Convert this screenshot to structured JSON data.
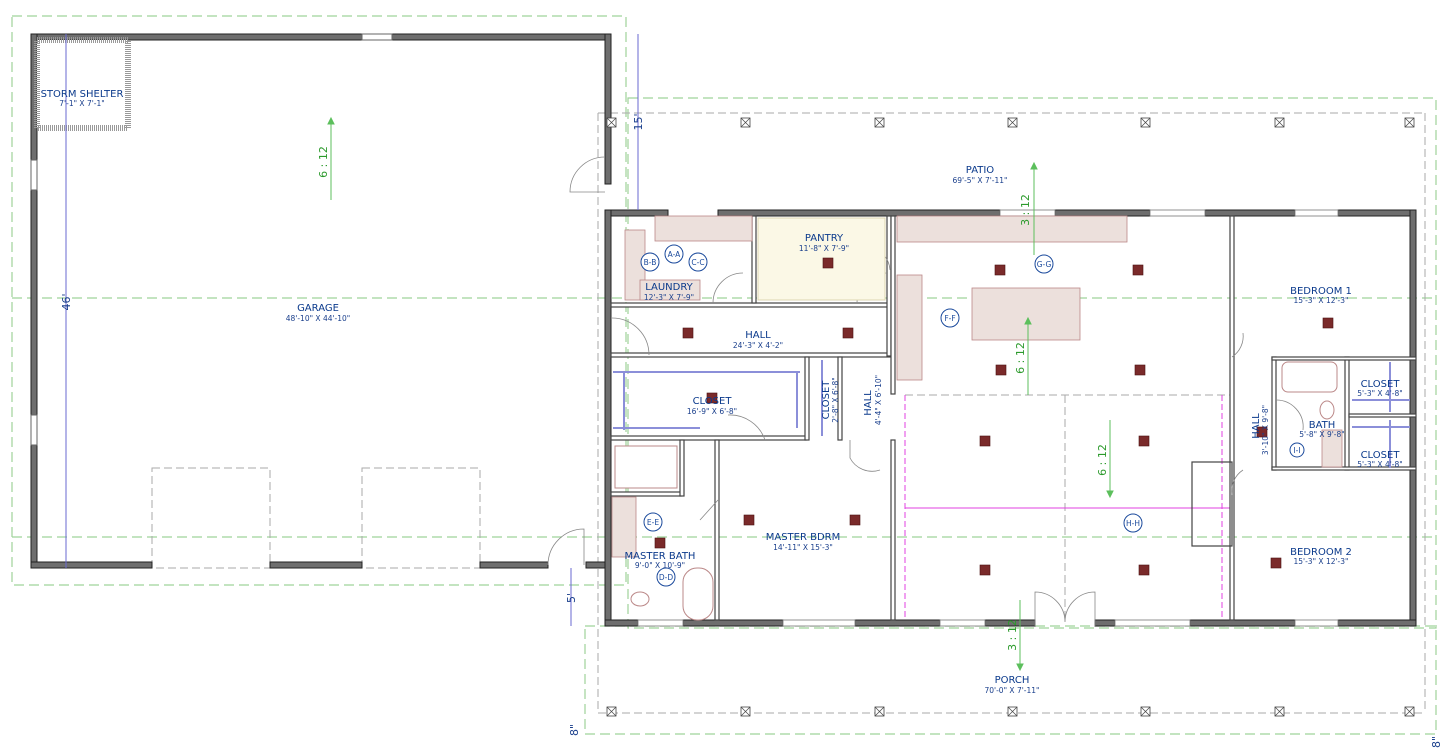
{
  "rooms": {
    "storm_shelter": {
      "name": "STORM SHELTER",
      "dims": "7'-1\" X 7'-1\""
    },
    "garage": {
      "name": "GARAGE",
      "dims": "48'-10\" X 44'-10\""
    },
    "patio": {
      "name": "PATIO",
      "dims": "69'-5\" X 7'-11\""
    },
    "pantry": {
      "name": "PANTRY",
      "dims": "11'-8\" X 7'-9\""
    },
    "laundry": {
      "name": "LAUNDRY",
      "dims": "12'-3\" X 7'-9\""
    },
    "hall_main": {
      "name": "HALL",
      "dims": "24'-3\" X 4'-2\""
    },
    "closet_large": {
      "name": "CLOSET",
      "dims": "16'-9\" X 6'-8\""
    },
    "closet_small": {
      "name": "CLOSET",
      "dims": "2'-8\" X 6'-8\""
    },
    "hall_small": {
      "name": "HALL",
      "dims": "4'-4\" X 6'-10\""
    },
    "master_bdrm": {
      "name": "MASTER BDRM",
      "dims": "14'-11\" X 15'-3\""
    },
    "master_bath": {
      "name": "MASTER BATH",
      "dims": "9'-0\" X 10'-9\""
    },
    "bedroom1": {
      "name": "BEDROOM 1",
      "dims": "15'-3\" X 12'-3\""
    },
    "bedroom2": {
      "name": "BEDROOM 2",
      "dims": "15'-3\" X 12'-3\""
    },
    "closet_r1": {
      "name": "CLOSET",
      "dims": "5'-3\" X 4'-8\""
    },
    "closet_r2": {
      "name": "CLOSET",
      "dims": "5'-3\" X 4'-8\""
    },
    "bath": {
      "name": "BATH",
      "dims": "5'-8\" X 9'-8\""
    },
    "hall_right": {
      "name": "HALL",
      "dims": "3'-10\" X 9'-8\""
    },
    "porch": {
      "name": "PORCH",
      "dims": "70'-0\" X 7'-11\""
    }
  },
  "slopes": {
    "garage": "6 : 12",
    "patio": "3 : 12",
    "living": "6 : 12",
    "living2": "6 : 12",
    "porch": "3 : 12"
  },
  "dimensions": {
    "garage_depth": "46'",
    "garage_offset": "15'",
    "porch_offset": "5'",
    "overhang_left": "8\"",
    "overhang_right": "8\""
  },
  "section_markers": [
    "A-A",
    "B-B",
    "C-C",
    "D-D",
    "E-E",
    "F-F",
    "G-G",
    "H-H",
    "I-I"
  ],
  "colors": {
    "wall": "#6e6e6e",
    "label": "#0b3a8c",
    "slope": "#2c9a2c",
    "ceiling_fixture": "#7a2a2a",
    "reference_line": "#9fd39a",
    "plumbing_line": "#e040e0"
  }
}
